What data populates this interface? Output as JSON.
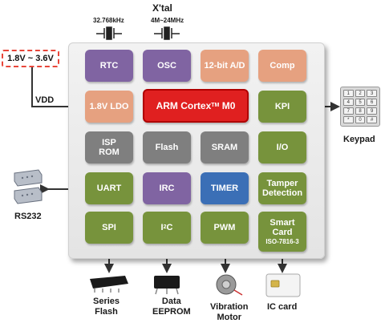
{
  "voltage_range": "1.8V ~ 3.6V",
  "vdd_label": "VDD",
  "crystal": {
    "title": "X'tal",
    "low_freq": "32.768kHz",
    "high_freq": "4M~24MHz"
  },
  "blocks": {
    "rtc": "RTC",
    "osc": "OSC",
    "adc": "12-bit A/D",
    "comp": "Comp",
    "ldo": "1.8V LDO",
    "core": "ARM Cortex",
    "core_tm": "TM",
    "core_suffix": "M0",
    "kpi": "KPI",
    "isp_rom_line1": "ISP",
    "isp_rom_line2": "ROM",
    "flash": "Flash",
    "sram": "SRAM",
    "io": "I/O",
    "uart": "UART",
    "irc": "IRC",
    "timer": "TIMER",
    "tamper_line1": "Tamper",
    "tamper_line2": "Detection",
    "spi": "SPI",
    "i2c_prefix": "I",
    "i2c_sup": "2",
    "i2c_suffix": "C",
    "pwm": "PWM",
    "smartcard_line1": "Smart",
    "smartcard_line2": "Card",
    "smartcard_std": "ISO-7816-3"
  },
  "peripherals": {
    "keypad": "Keypad",
    "rs232": "RS232",
    "series_flash_line1": "Series",
    "series_flash_line2": "Flash",
    "eeprom_line1": "Data",
    "eeprom_line2": "EEPROM",
    "motor_line1": "Vibration",
    "motor_line2": "Motor",
    "ic_card": "IC card"
  },
  "keypad_keys": [
    "1",
    "2",
    "3",
    "4",
    "5",
    "6",
    "7",
    "8",
    "9",
    "*",
    "0",
    "#"
  ],
  "colors": {
    "purple": "#8064a2",
    "salmon": "#e6a180",
    "green": "#77933c",
    "gray": "#7f7f7f",
    "blue": "#3b6fb6",
    "red": "#e02020",
    "dashed_border": "#e8463a"
  }
}
